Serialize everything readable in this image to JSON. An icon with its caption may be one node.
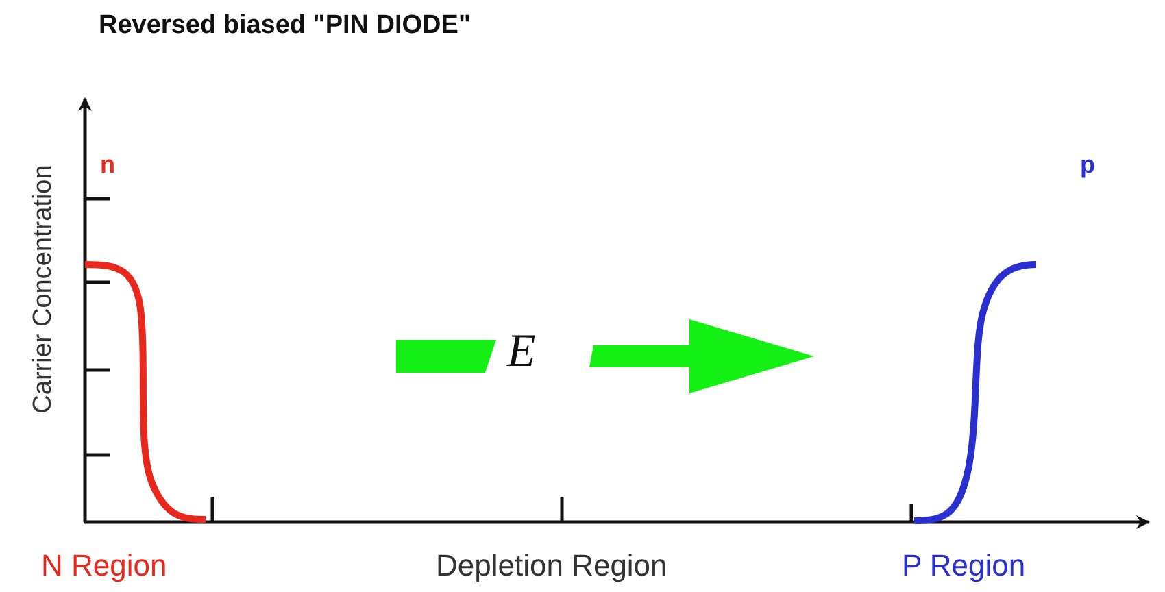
{
  "diagram": {
    "title": "Reversed biased \"PIN DIODE\"",
    "labels": [
      "Carrier Concentration",
      "n",
      "p",
      "E",
      "N Region",
      "Depletion Region",
      "P Region"
    ]
  }
}
